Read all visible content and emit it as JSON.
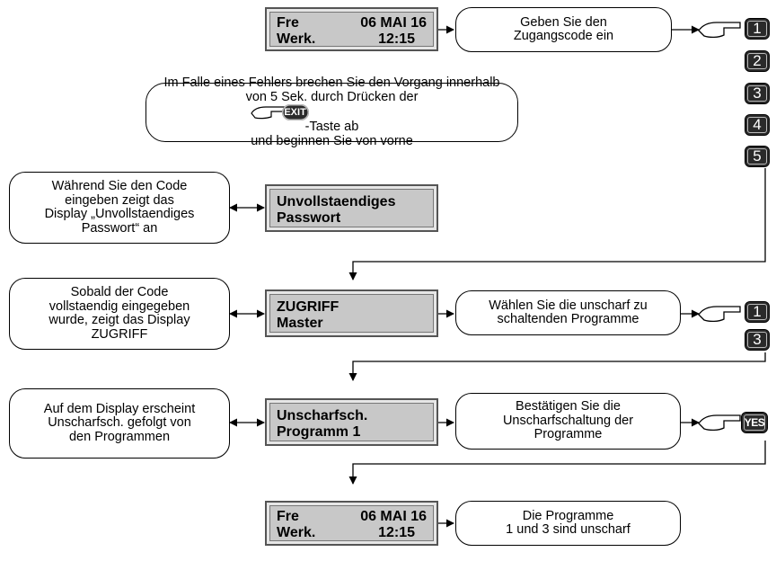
{
  "display_start": {
    "day": "Fre",
    "date": "06 MAI 16",
    "mode": "Werk.",
    "time": "12:15"
  },
  "step_enter_code": [
    "Geben Sie den",
    "Zugangscode ein"
  ],
  "error_note": {
    "line1": "Im Falle eines Fehlers brechen Sie den Vorgang innerhalb",
    "line2_pre": "von 5 Sek. durch Drücken der",
    "exit_key": "EXIT",
    "line2_post": "-Taste ab",
    "line3": "und beginnen Sie von vorne"
  },
  "code_keys": [
    "1",
    "2",
    "3",
    "4",
    "5"
  ],
  "note_incomplete": [
    "Während Sie den Code",
    "eingeben zeigt das",
    "Display „Unvollstaendiges",
    "Passwort“ an"
  ],
  "display_incomplete": {
    "line1": "Unvollstaendiges",
    "line2": "Passwort"
  },
  "note_access": [
    "Sobald der Code",
    "vollstaendig eingegeben",
    "wurde, zeigt das Display",
    "ZUGRIFF"
  ],
  "display_access": {
    "line1": "ZUGRIFF",
    "line2": "Master"
  },
  "step_select_programs": [
    "Wählen Sie die unscharf zu",
    "schaltenden Programme"
  ],
  "program_keys": [
    "1",
    "3"
  ],
  "note_disarm": [
    "Auf dem Display erscheint",
    "Unscharfsch. gefolgt von",
    "den Programmen"
  ],
  "display_disarm": {
    "line1": "Unscharfsch.",
    "line2": "Programm 1"
  },
  "step_confirm": [
    "Bestätigen Sie die",
    "Unscharfschaltung der",
    "Programme"
  ],
  "confirm_key": "YES",
  "display_end": {
    "day": "Fre",
    "date": "06 MAI 16",
    "mode": "Werk.",
    "time": "12:15"
  },
  "result_note": [
    "Die Programme",
    "1 und 3 sind unscharf"
  ]
}
